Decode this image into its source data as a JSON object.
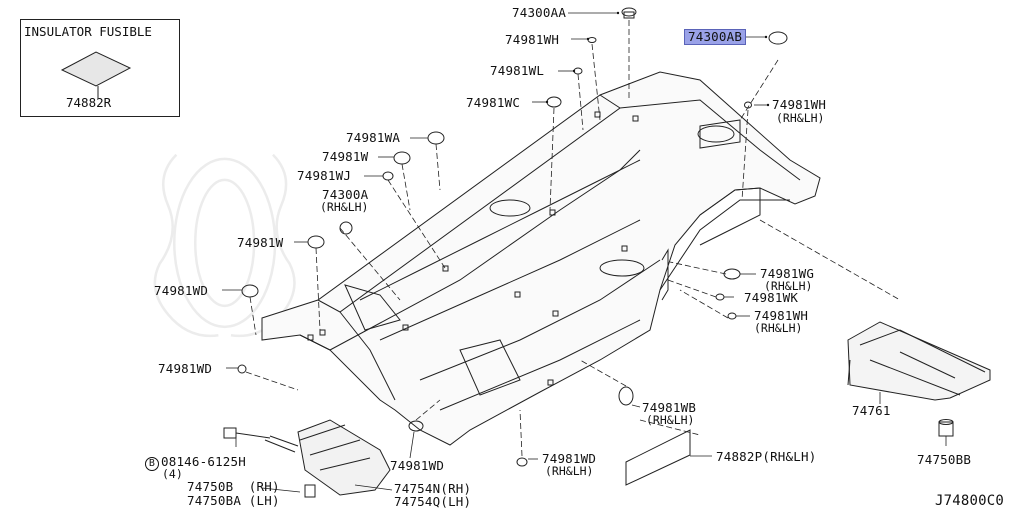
{
  "insulator": {
    "title": "INSULATOR FUSIBLE",
    "part": "74882R"
  },
  "callouts": {
    "c74300AA": "74300AA",
    "c74300AB": "74300AB",
    "c74981WH_top": "74981WH",
    "c74981WL": "74981WL",
    "c74981WC": "74981WC",
    "c74981WH_r": "74981WH",
    "c74981WH_r_sub": "(RH&LH)",
    "c74981WA": "74981WA",
    "c74981W_1": "74981W",
    "c74981WJ": "74981WJ",
    "c74300A": "74300A",
    "c74300A_sub": "(RH&LH)",
    "c74981W_2": "74981W",
    "c74981WD_1": "74981WD",
    "c74981WG": "74981WG",
    "c74981WG_sub": "(RH&LH)",
    "c74981WK": "74981WK",
    "c74981WH_r2": "74981WH",
    "c74981WH_r2_sub": "(RH&LH)",
    "c74981WD_2": "74981WD",
    "c74761": "74761",
    "c74981WB": "74981WB",
    "c74981WB_sub": "(RH&LH)",
    "c74882P": "74882P(RH&LH)",
    "c08146_badge": "B",
    "c08146": "08146-6125H",
    "c08146_qty": "(4)",
    "c74981WD_3": "74981WD",
    "c74981WD_4": "74981WD",
    "c74981WD_4_sub": "(RH&LH)",
    "c74750BB": "74750BB",
    "c74750B": "74750B  (RH)",
    "c74750BA": "74750BA (LH)",
    "c74754N": "74754N(RH)",
    "c74754Q": "74754Q(LH)"
  },
  "diagram_code": "J74800C0",
  "colors": {
    "highlight": "#9aa2e8",
    "line": "#222222"
  }
}
